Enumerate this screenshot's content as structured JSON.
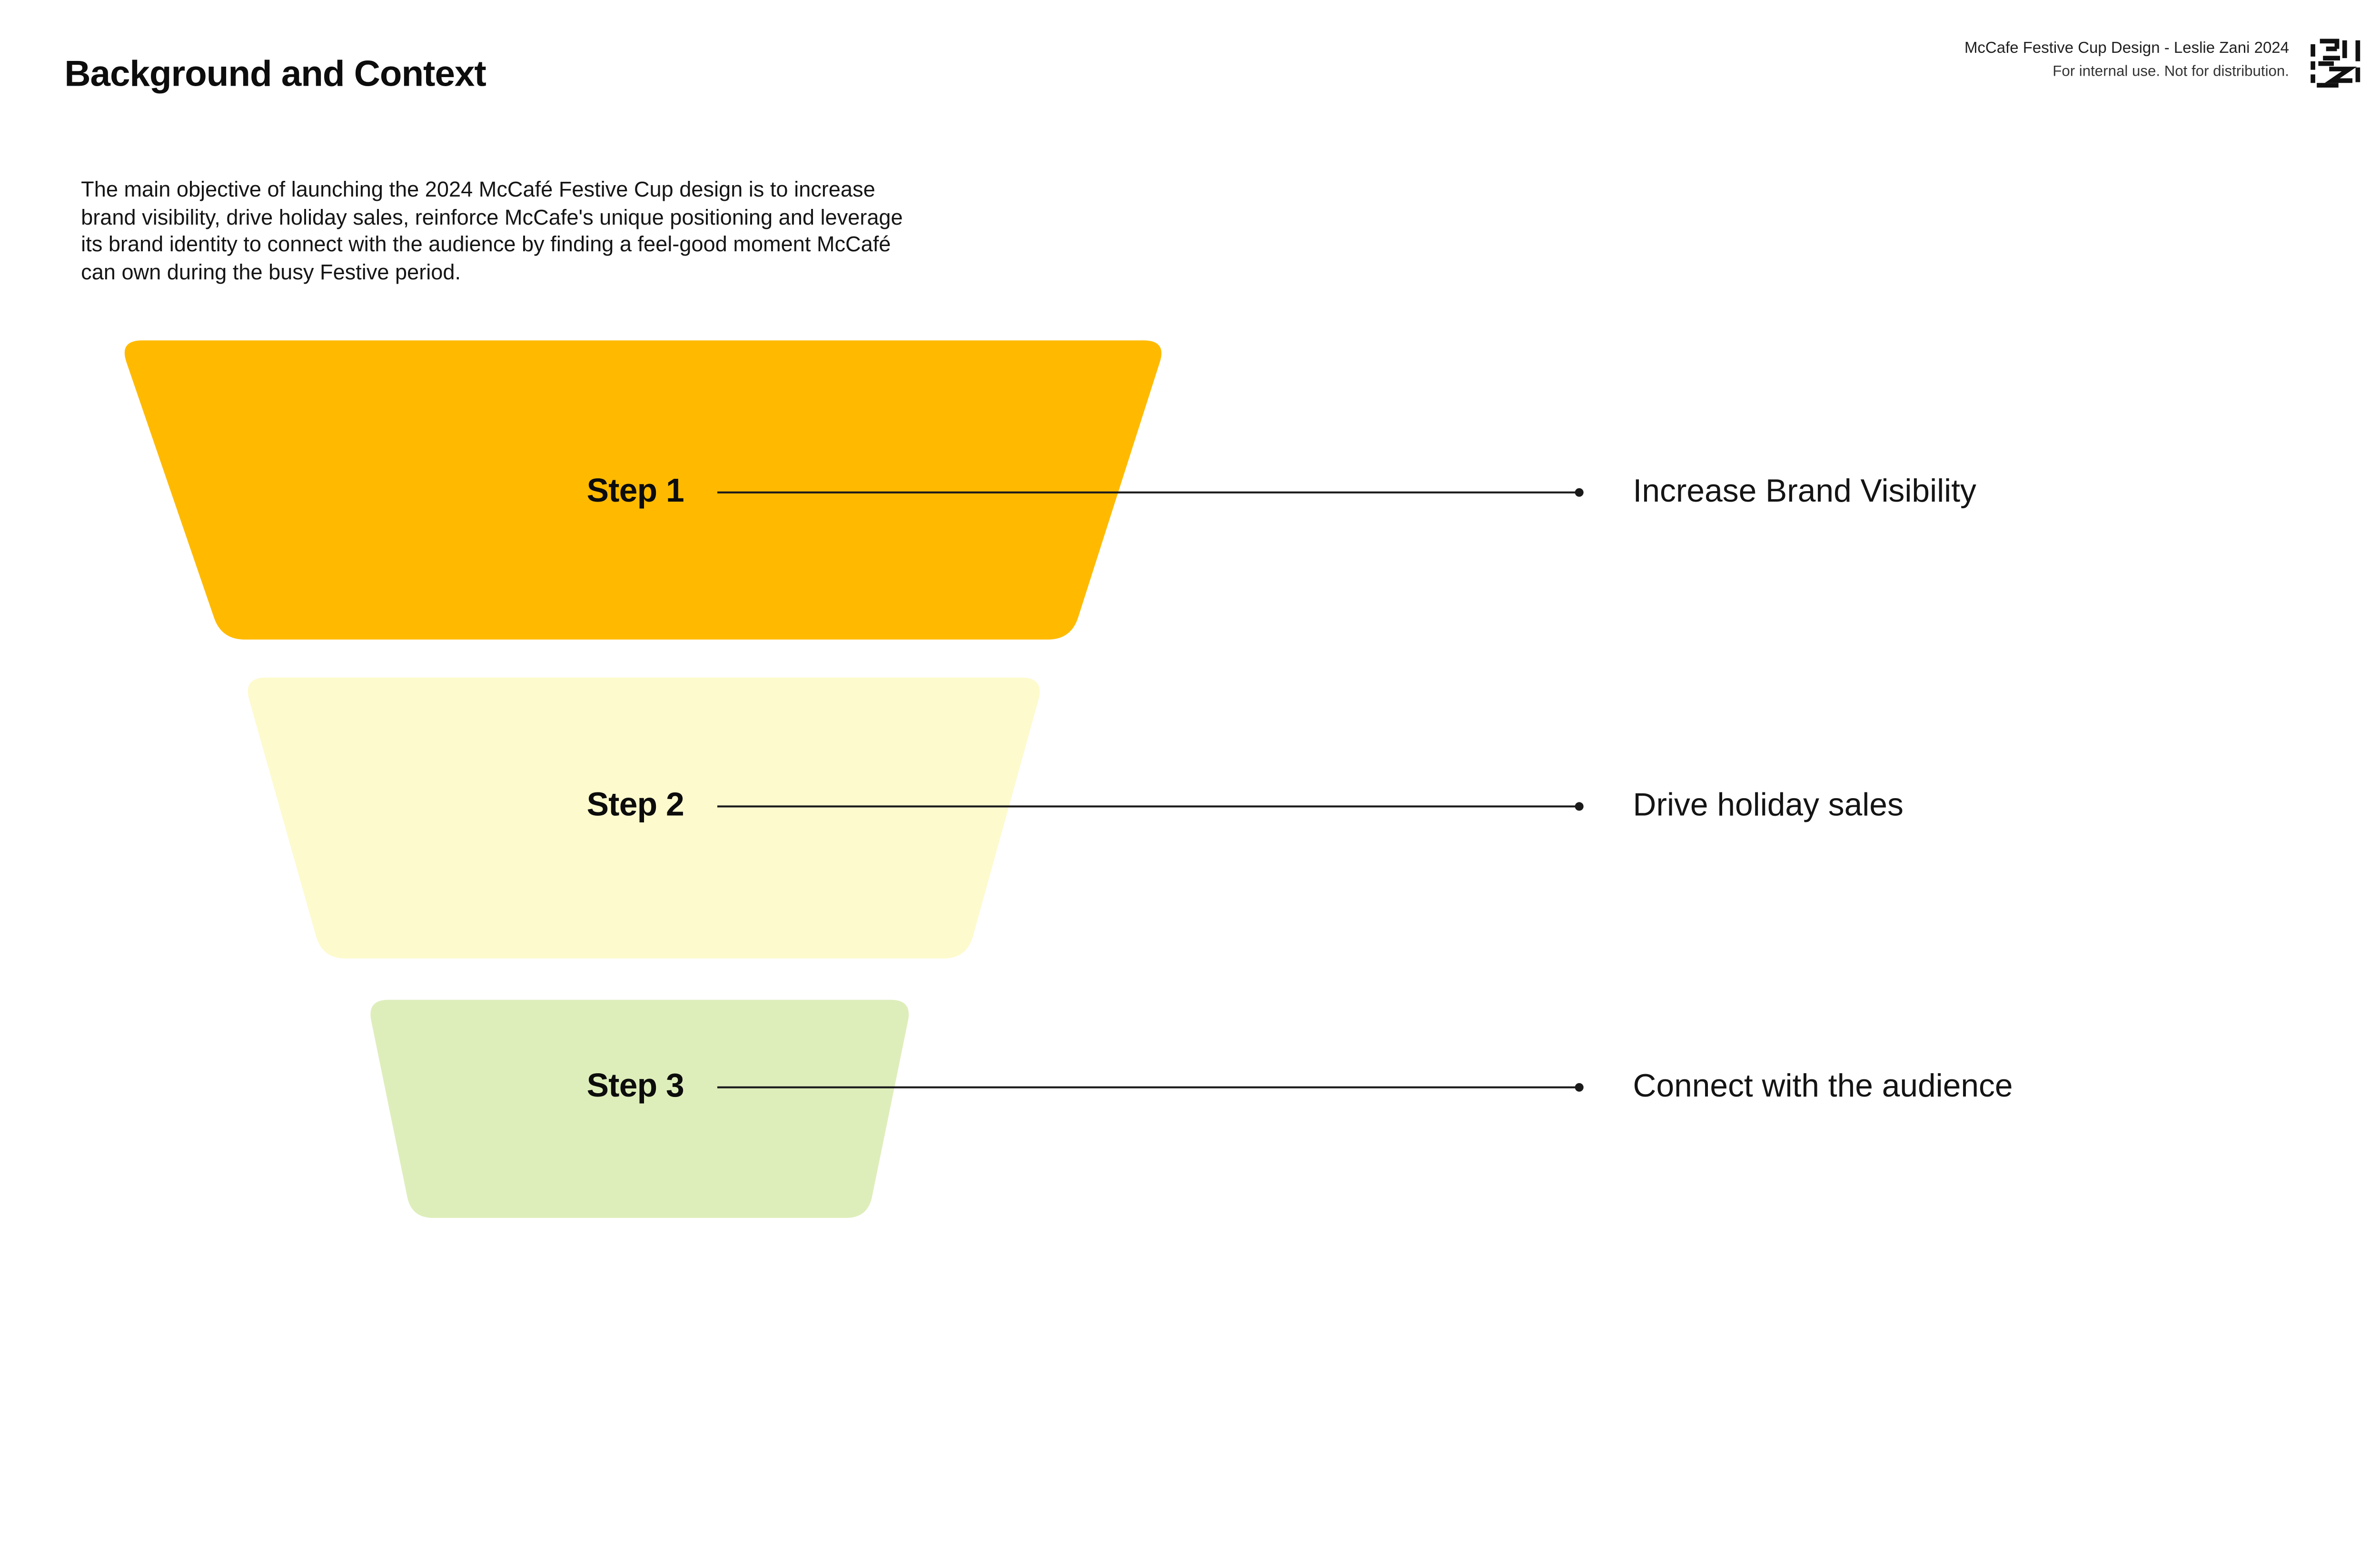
{
  "slide": {
    "title": "Background and Context",
    "meta": {
      "credit": "McCafe Festive Cup Design - Leslie Zani 2024",
      "disclaimer": "For internal use. Not for distribution."
    },
    "intro": "The main objective of launching the 2024 McCafé Festive Cup design is to increase\nbrand visibility, drive holiday sales, reinforce McCafe's unique positioning and leverage\nits brand identity to connect with the audience by finding a feel-good moment McCafé\ncan own during the busy Festive period.",
    "logo_icon": "lz-maze-monogram"
  },
  "funnel": {
    "type": "funnel",
    "steps": [
      {
        "label": "Step 1",
        "description": "Increase Brand Visibility",
        "color": "#FFBA00"
      },
      {
        "label": "Step 2",
        "description": "Drive holiday sales",
        "color": "#FDFACD"
      },
      {
        "label": "Step 3",
        "description": "Connect with the audience",
        "color": "#DEEEBB"
      }
    ],
    "connector_color": "#1a1a1a",
    "ink_color": "#0d0d0d",
    "background_color": "#ffffff"
  }
}
